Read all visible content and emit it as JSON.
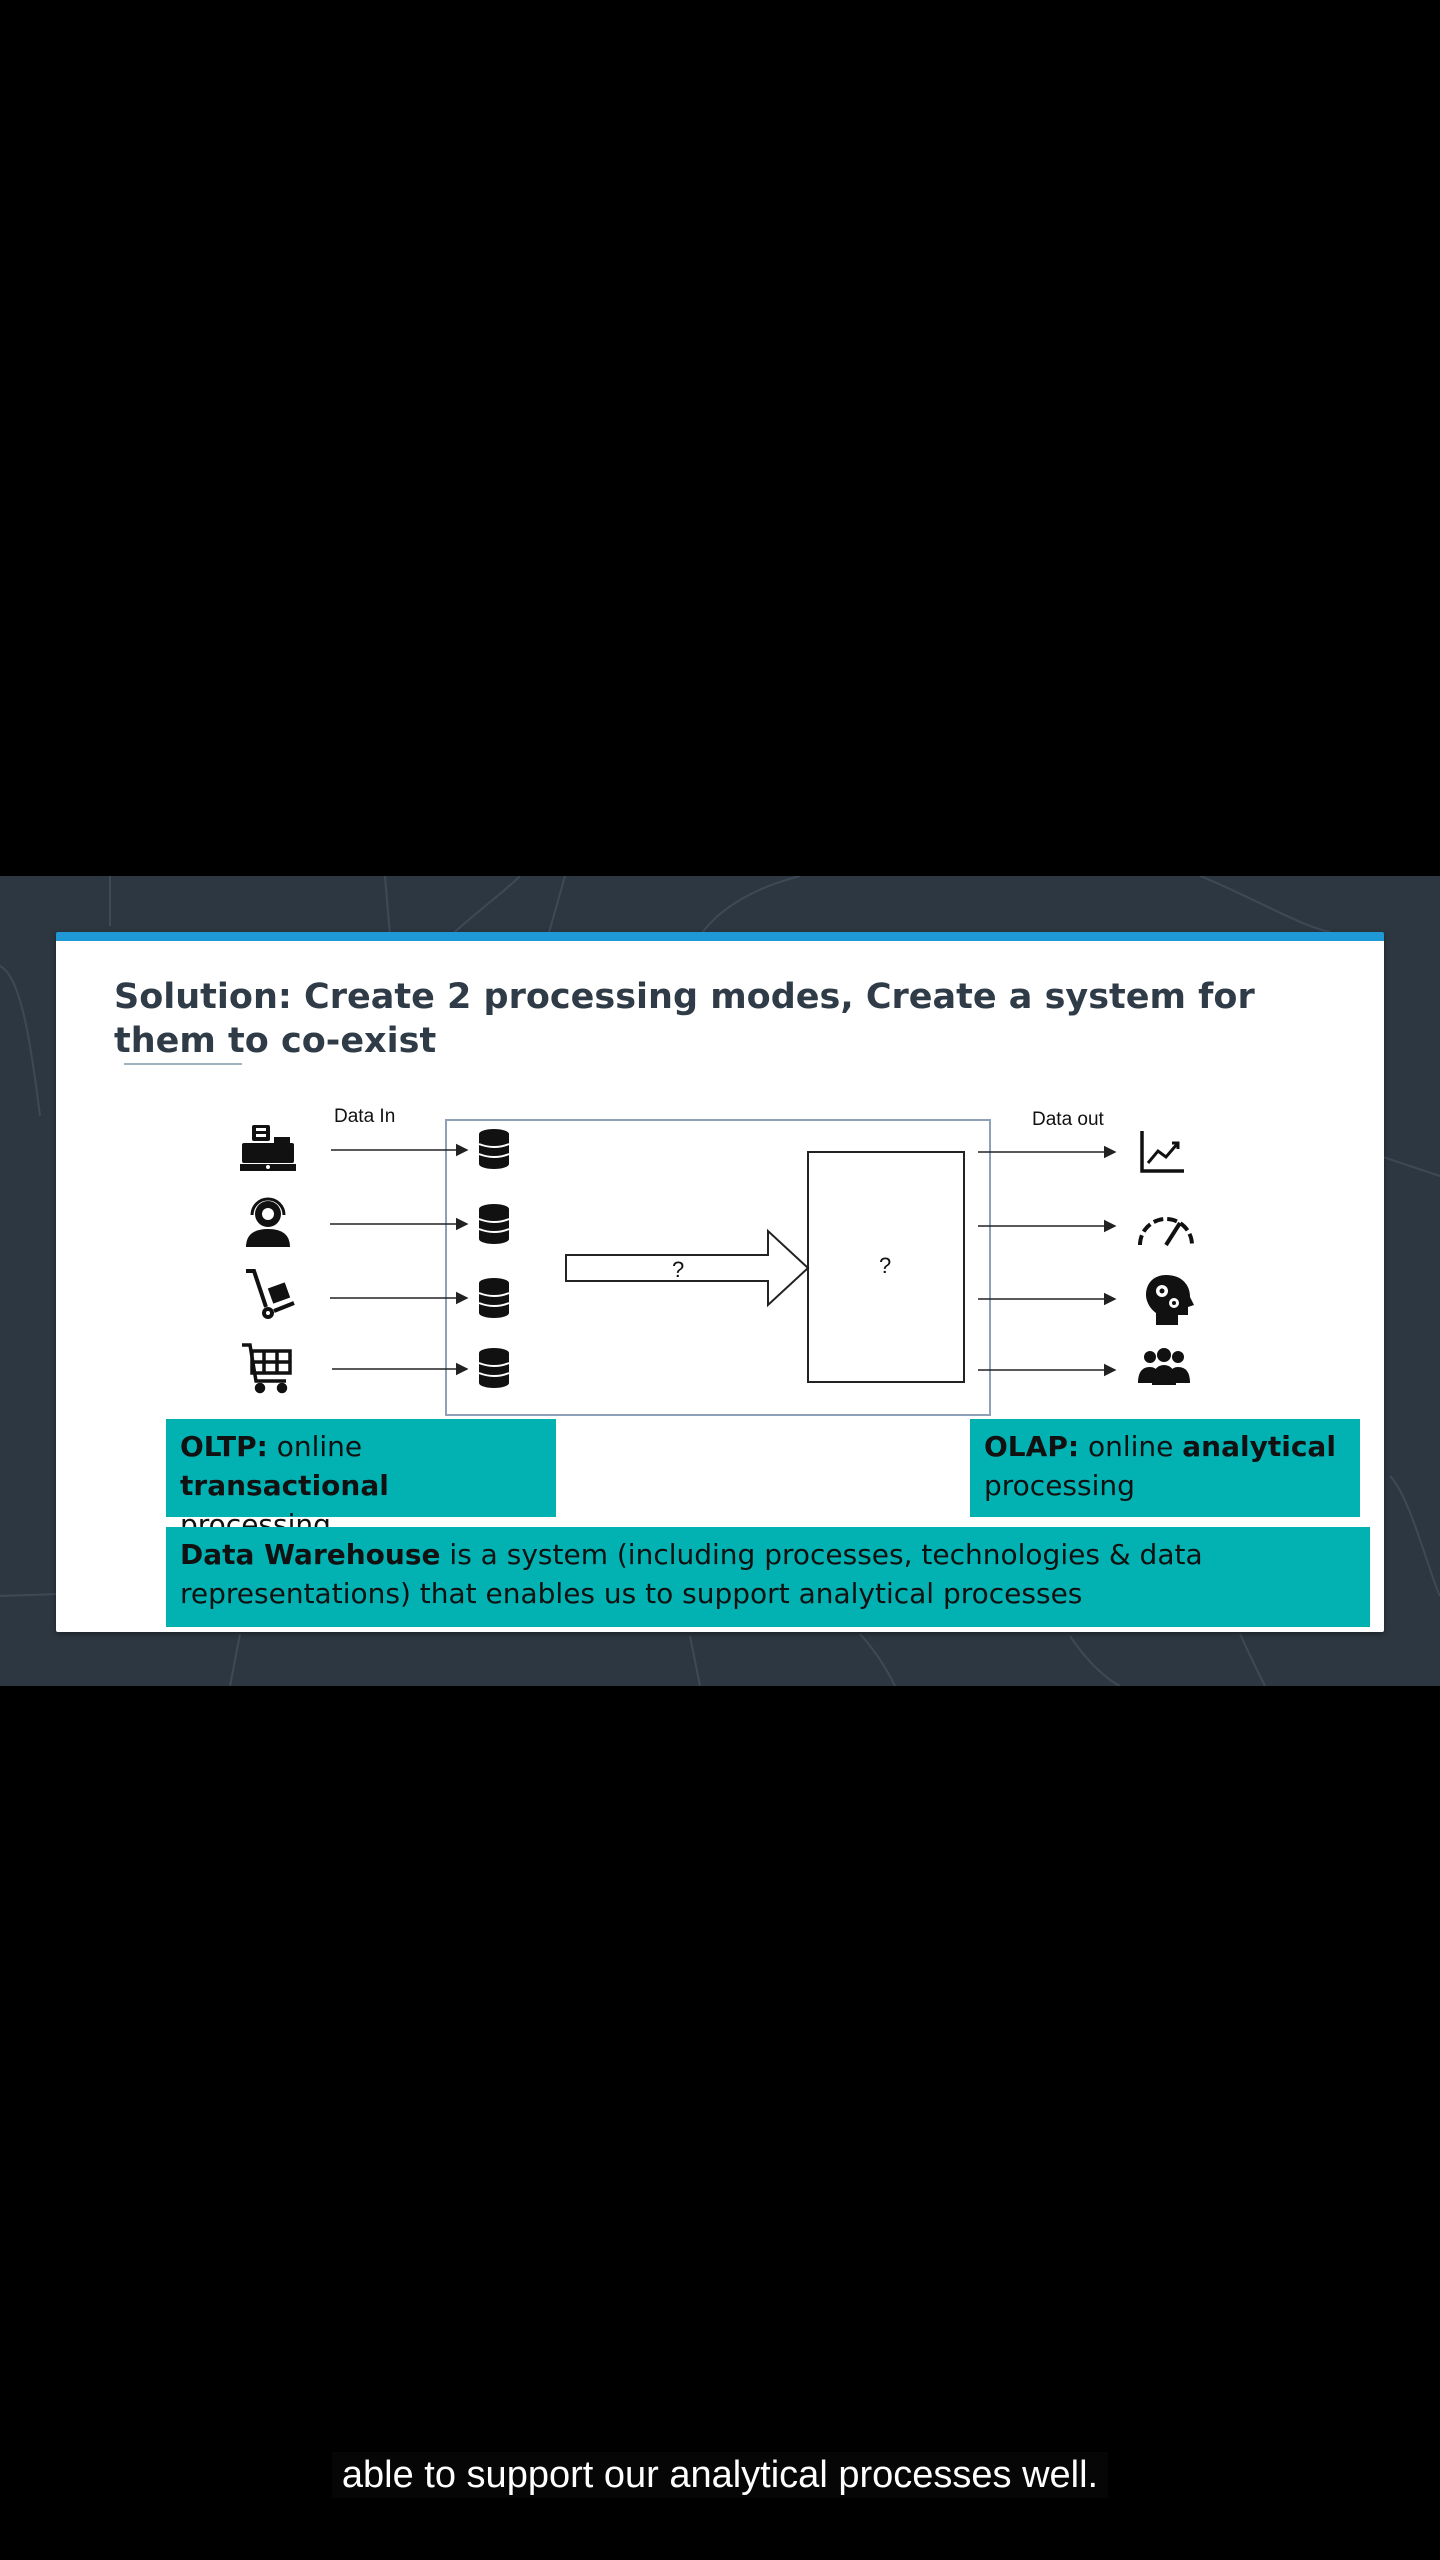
{
  "slide": {
    "title": "Solution: Create 2 processing modes, Create a system for them to co-exist",
    "data_in_label": "Data In",
    "data_out_label": "Data out",
    "arrow_label": "?",
    "box_label": "?",
    "oltp": {
      "term": "OLTP:",
      "text1": " online ",
      "bold2": "transactional",
      "text2": " processing"
    },
    "olap": {
      "term": "OLAP:",
      "text1": " online ",
      "bold2": "analytical",
      "text2": " processing"
    },
    "dw": {
      "term": "Data Warehouse",
      "text": " is a system (including processes, technologies & data representations) that enables us to support analytical processes"
    },
    "source_icons": [
      "cash-register-icon",
      "support-agent-icon",
      "hand-truck-icon",
      "shopping-cart-icon"
    ],
    "output_icons": [
      "line-chart-icon",
      "gauge-icon",
      "head-gears-icon",
      "group-icon"
    ]
  },
  "subtitle": {
    "text": "able to support our analytical processes well."
  },
  "colors": {
    "accent": "#1e98d6",
    "teal": "#02b2b3",
    "background": "#2d3741"
  }
}
